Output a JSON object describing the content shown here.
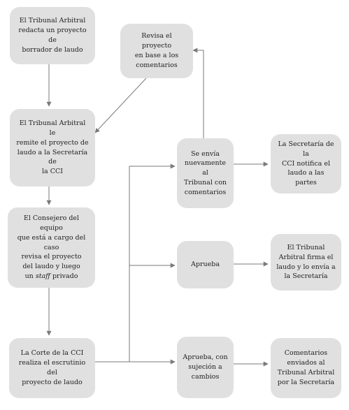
{
  "nodes": {
    "redacta": {
      "lines": [
        "El Tribunal Arbitral",
        "redacta un proyecto de",
        "borrador de laudo"
      ]
    },
    "remite": {
      "lines": [
        "El Tribunal Arbitral le",
        "remite el proyecto de",
        "laudo a la Secretaría de",
        "la CCI"
      ]
    },
    "consejero": {
      "lines": [
        "El Consejero del equipo",
        "que está a cargo del caso",
        "revisa el proyecto",
        "del laudo y luego",
        "un staff privado"
      ]
    },
    "corte": {
      "lines": [
        "La Corte de la CCI",
        "realiza el escrutinio del",
        "proyecto de laudo"
      ]
    },
    "revisa": {
      "lines": [
        "Revisa el proyecto",
        "en base a los",
        "comentarios"
      ]
    },
    "envia": {
      "lines": [
        "Se envía",
        "nuevamente al",
        "Tribunal con",
        "comentarios"
      ]
    },
    "aprueba": {
      "lines": [
        "Aprueba"
      ]
    },
    "aprueba_cambios": {
      "lines": [
        "Aprueba, con",
        "sujeción a",
        "cambios"
      ]
    },
    "notifica": {
      "lines": [
        "La Secretaría de la",
        "CCI notifica el",
        "laudo a las partes"
      ]
    },
    "firma": {
      "lines": [
        "El Tribunal",
        "Arbitral firma el",
        "laudo y lo envía a",
        "la Secretaría"
      ]
    },
    "comentarios": {
      "lines": [
        "Comentarios",
        "enviados al",
        "Tribunal Arbitral",
        "por la Secretaría"
      ]
    }
  },
  "colors": {
    "box_fill": "#e0e0e0",
    "text": "#222222",
    "connector": "#7a7a7a"
  }
}
